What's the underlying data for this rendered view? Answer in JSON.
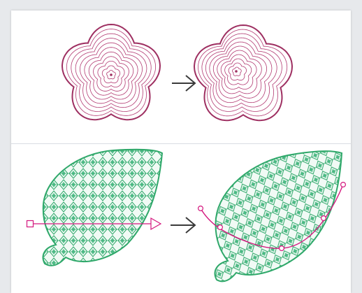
{
  "colors": {
    "background": "#e7e9ec",
    "panel": "#ffffff",
    "flower_stroke": "#b23a72",
    "flower_outline": "#9e2f61",
    "leaf_stroke": "#2fa86a",
    "leaf_fill": "#58c08e",
    "guide_line": "#d4177e",
    "arrow": "#3a3a3a"
  },
  "icons": {
    "transform_arrow": "right-arrow-icon",
    "straight_guide_start": "square-handle-icon",
    "straight_guide_end": "triangle-handle-icon",
    "curve_nodes": "circle-node-icon"
  },
  "panels": {
    "top": {
      "before": "flower-concentric-outlines",
      "after": "flower-concentric-outlines-shifted"
    },
    "bottom": {
      "before": "leaf-straight-pattern",
      "after": "leaf-curved-pattern"
    }
  }
}
